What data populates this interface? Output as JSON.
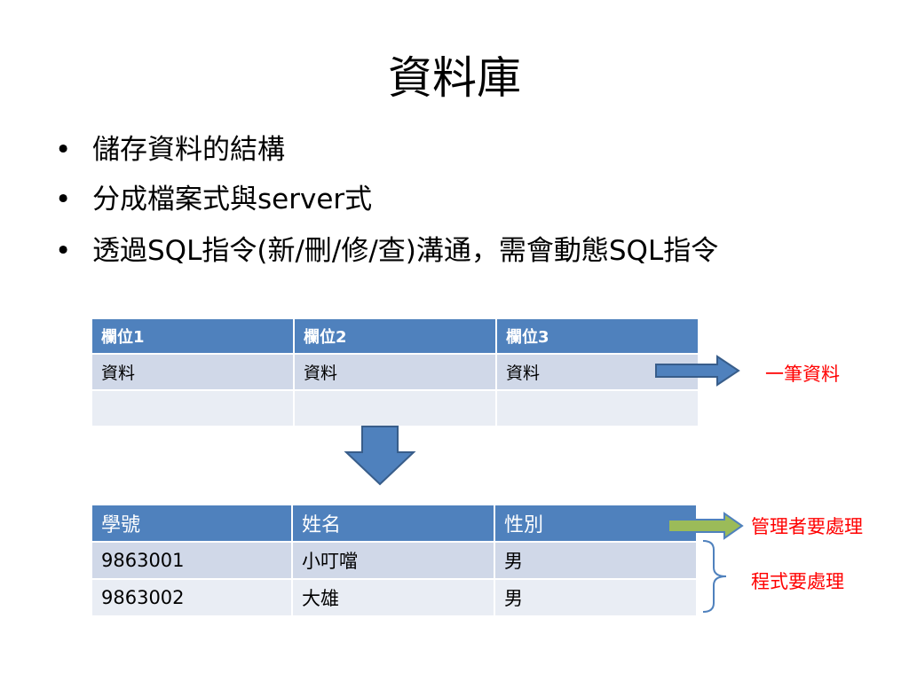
{
  "title": "資料庫",
  "bullets": [
    "儲存資料的結構",
    "分成檔案式與server式",
    "透過SQL指令(新/刪/修/查)溝通，需會動態SQL指令"
  ],
  "bullet_symbol": "•",
  "table1": {
    "headers": [
      "欄位1",
      "欄位2",
      "欄位3"
    ],
    "rows": [
      [
        "資料",
        "資料",
        "資料"
      ],
      [
        "",
        "",
        ""
      ]
    ]
  },
  "table2": {
    "headers": [
      "學號",
      "姓名",
      "性別"
    ],
    "rows": [
      [
        "9863001",
        "小叮噹",
        "男"
      ],
      [
        "9863002",
        "大雄",
        "男"
      ]
    ]
  },
  "notes": {
    "one_record": "一筆資料",
    "admin_handles": "管理者要處理",
    "program_handles": "程式要處理"
  },
  "colors": {
    "header_blue": "#4f81bd",
    "row_band_1": "#d0d8e8",
    "row_band_2": "#e9edf4",
    "arrow_blue": "#4f81bd",
    "arrow_green": "#9bbb59",
    "note_red": "#ff0000"
  }
}
